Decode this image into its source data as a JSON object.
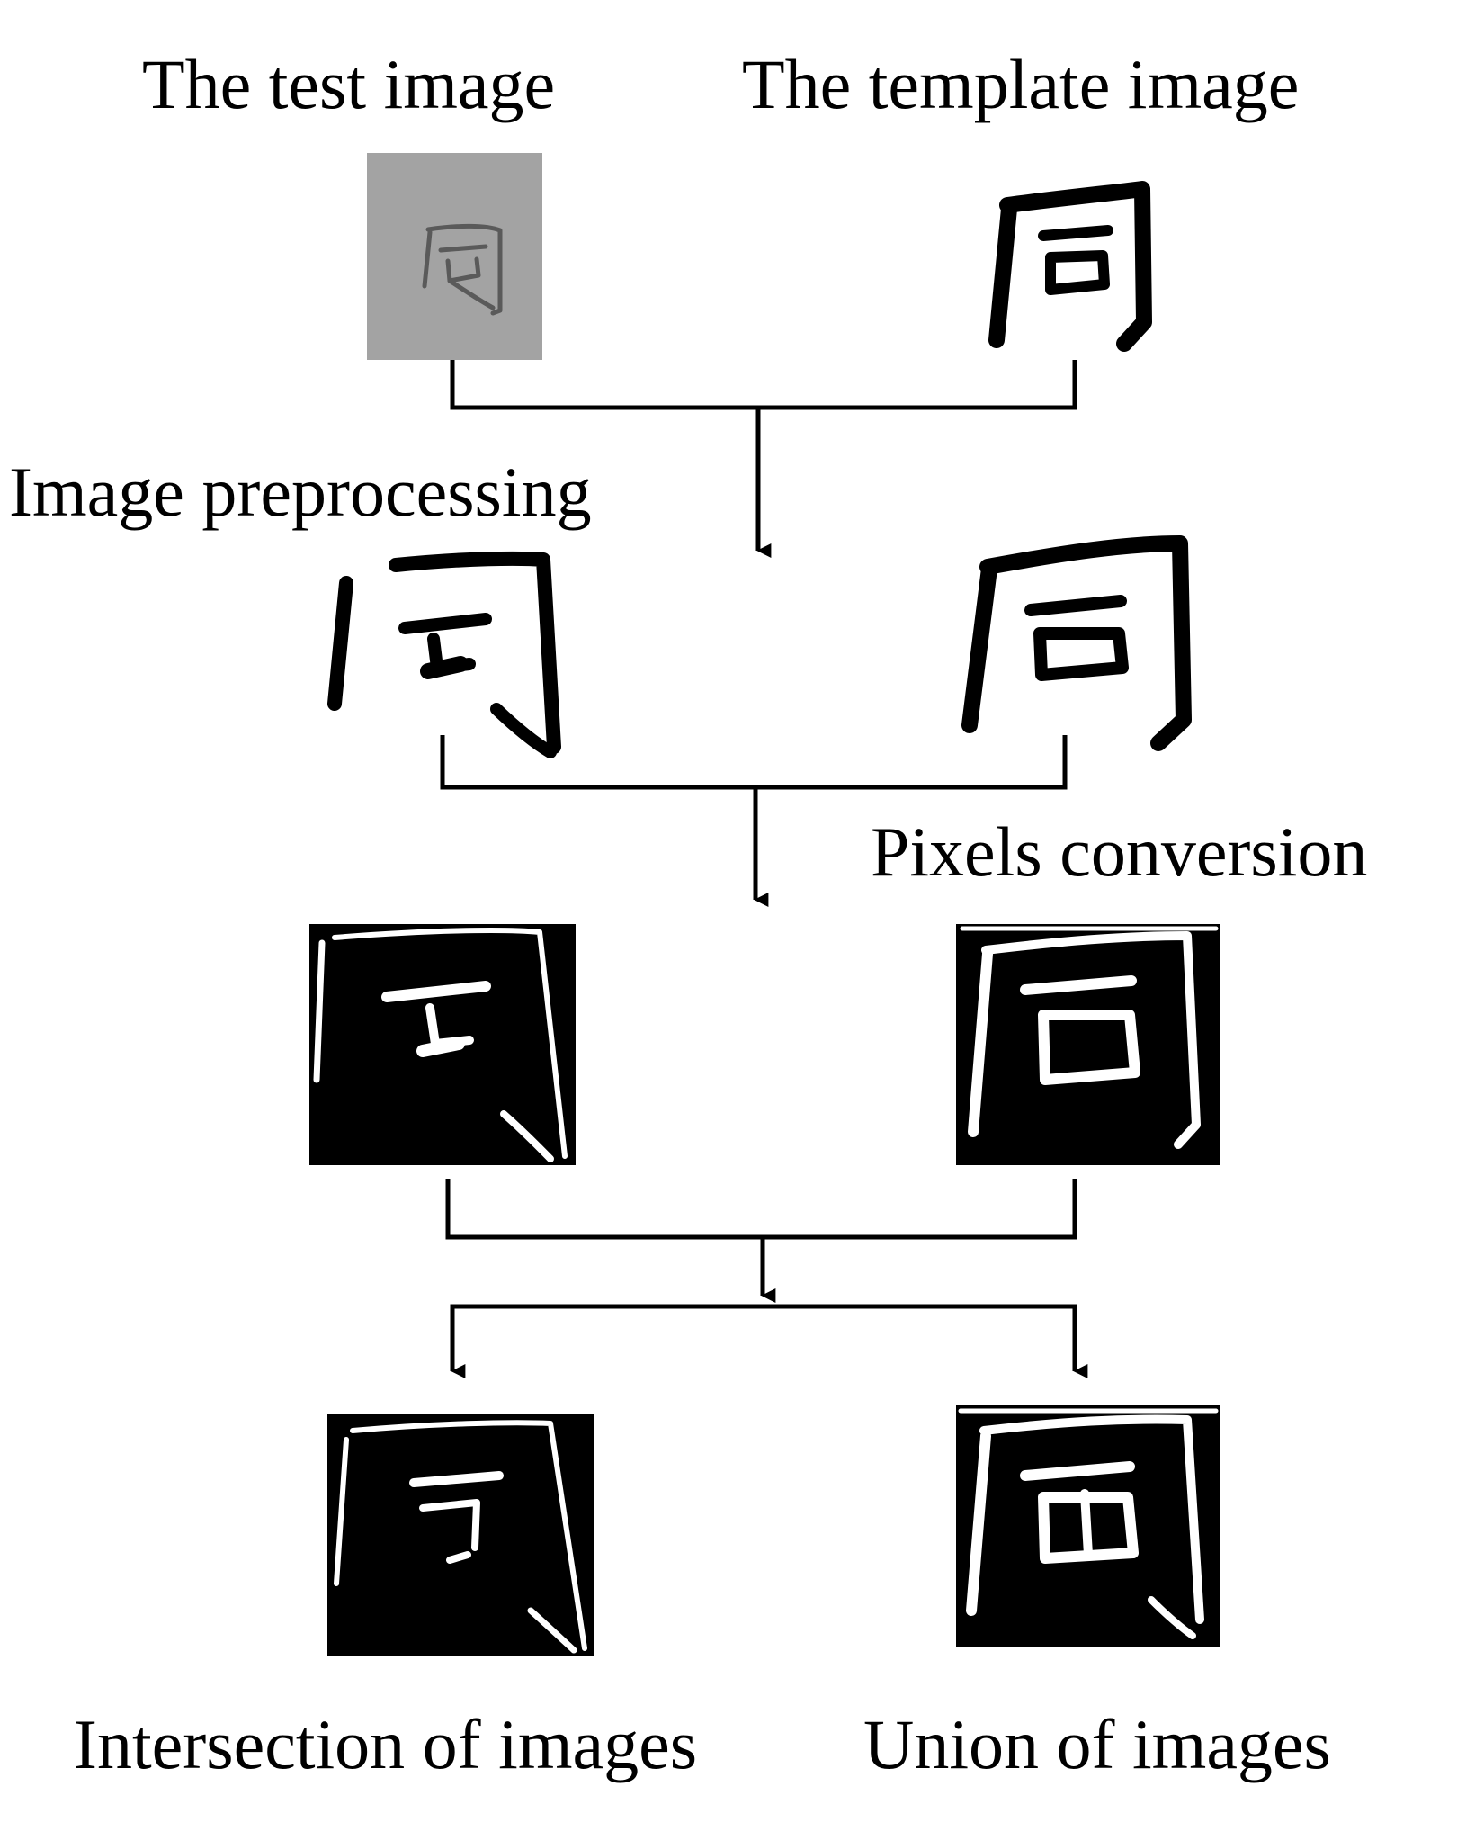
{
  "labels": {
    "test_image": "The test image",
    "template_image": "The template image",
    "image_preprocessing": "Image preprocessing",
    "pixels_conversion": "Pixels conversion",
    "intersection": "Intersection of images",
    "union": "Union of images"
  },
  "colors": {
    "ink": "#000000",
    "test_image_background": "#a3a3a3",
    "test_image_stroke": "#5a5a5a",
    "background": "#ffffff"
  }
}
